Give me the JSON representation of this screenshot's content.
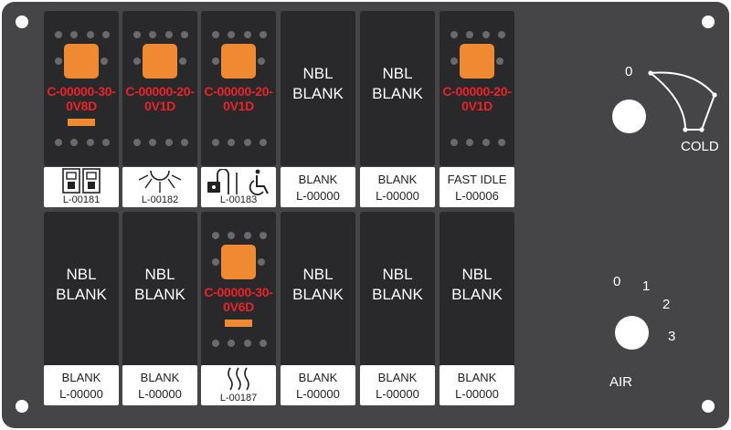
{
  "colors": {
    "panel": "#454547",
    "switch_body": "#29292b",
    "lamp": "#f08a32",
    "code_text": "#e8242a"
  },
  "switches_top": [
    {
      "code": "C-00000-30-0V8D",
      "label_code": "L-00181",
      "icon": "door-lock-icon"
    },
    {
      "code": "C-00000-20-0V1D",
      "label_code": "L-00182",
      "icon": "light-burst-icon"
    },
    {
      "code": "C-00000-20-0V1D",
      "label_code": "L-00183",
      "icon": "lock-wheelchair-icon"
    },
    {
      "blank_line1": "NBL",
      "blank_line2": "BLANK",
      "label_line1": "BLANK",
      "label_line2": "L-00000"
    },
    {
      "blank_line1": "NBL",
      "blank_line2": "BLANK",
      "label_line1": "BLANK",
      "label_line2": "L-00000"
    },
    {
      "code": "C-00000-20-0V1D",
      "label_line1": "FAST IDLE",
      "label_line2": "L-00006"
    }
  ],
  "switches_bottom": [
    {
      "blank_line1": "NBL",
      "blank_line2": "BLANK",
      "label_line1": "BLANK",
      "label_line2": "L-00000"
    },
    {
      "blank_line1": "NBL",
      "blank_line2": "BLANK",
      "label_line1": "BLANK",
      "label_line2": "L-00000"
    },
    {
      "code": "C-00000-30-0V6D",
      "label_code": "L-00187",
      "icon": "heat-waves-icon"
    },
    {
      "blank_line1": "NBL",
      "blank_line2": "BLANK",
      "label_line1": "BLANK",
      "label_line2": "L-00000"
    },
    {
      "blank_line1": "NBL",
      "blank_line2": "BLANK",
      "label_line1": "BLANK",
      "label_line2": "L-00000"
    },
    {
      "blank_line1": "NBL",
      "blank_line2": "BLANK",
      "label_line1": "BLANK",
      "label_line2": "L-00000"
    }
  ],
  "temp_knob": {
    "zero": "0",
    "label": "COLD"
  },
  "air_knob": {
    "p0": "0",
    "p1": "1",
    "p2": "2",
    "p3": "3",
    "label": "AIR"
  }
}
